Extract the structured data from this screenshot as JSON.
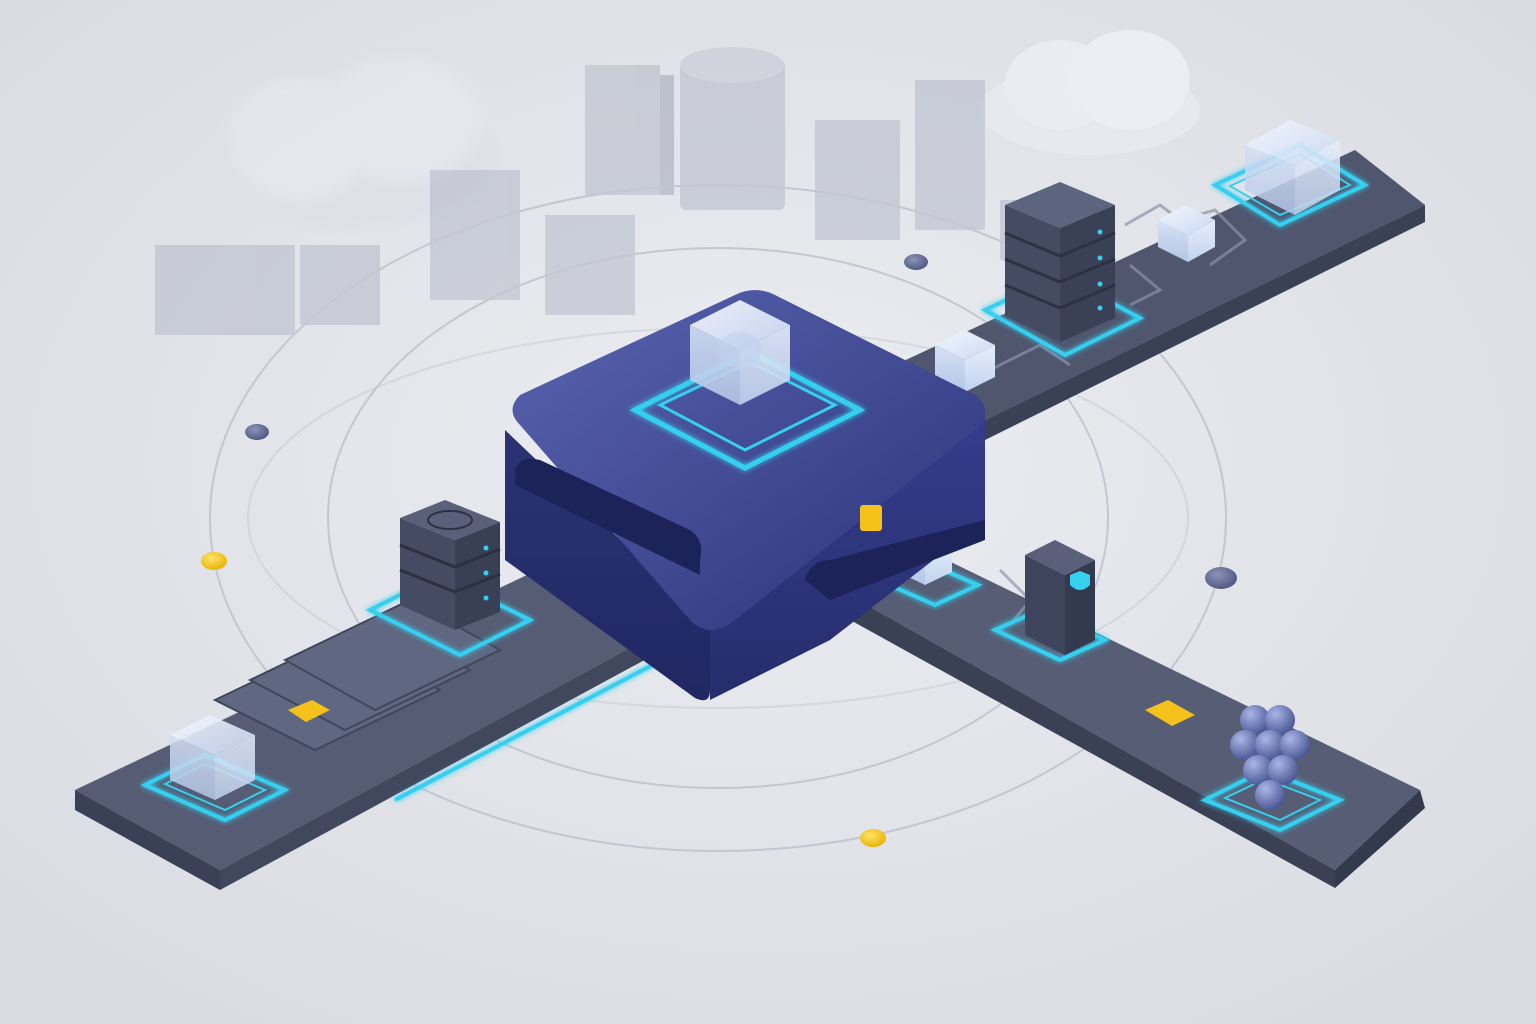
{
  "diagram": {
    "hub": {
      "icon": "glass-cube-icon",
      "color": "#2f3880"
    },
    "background": {
      "color": "#e4e5ea",
      "clouds": 2,
      "faded_server_towers": 9
    },
    "orbit_rings": 3,
    "orbit_dots": [
      {
        "color": "#f4c21a"
      },
      {
        "color": "#f4c21a"
      },
      {
        "color": "#6b7196"
      },
      {
        "color": "#6b7196"
      },
      {
        "color": "#6b7196"
      }
    ],
    "arms": [
      {
        "id": "north-east",
        "items": [
          "glass-cube-icon",
          "server-rack-icon",
          "glass-cube-icon",
          "glass-cube-icon"
        ]
      },
      {
        "id": "south-west",
        "items": [
          "server-rack-icon",
          "glass-cube-icon",
          "flag-marker-icon",
          "glass-cube-icon"
        ]
      },
      {
        "id": "south-east",
        "items": [
          "glass-cube-icon",
          "secure-server-tower-icon",
          "flag-marker-icon",
          "sphere-cluster-icon"
        ]
      }
    ],
    "colors": {
      "platform": "#5a6178",
      "platform_edge": "#3d4357",
      "accent_glow": "#35d0f0",
      "marker": "#f4c21a",
      "hub": "#2f3880",
      "glass": "#dfe9f7"
    }
  }
}
